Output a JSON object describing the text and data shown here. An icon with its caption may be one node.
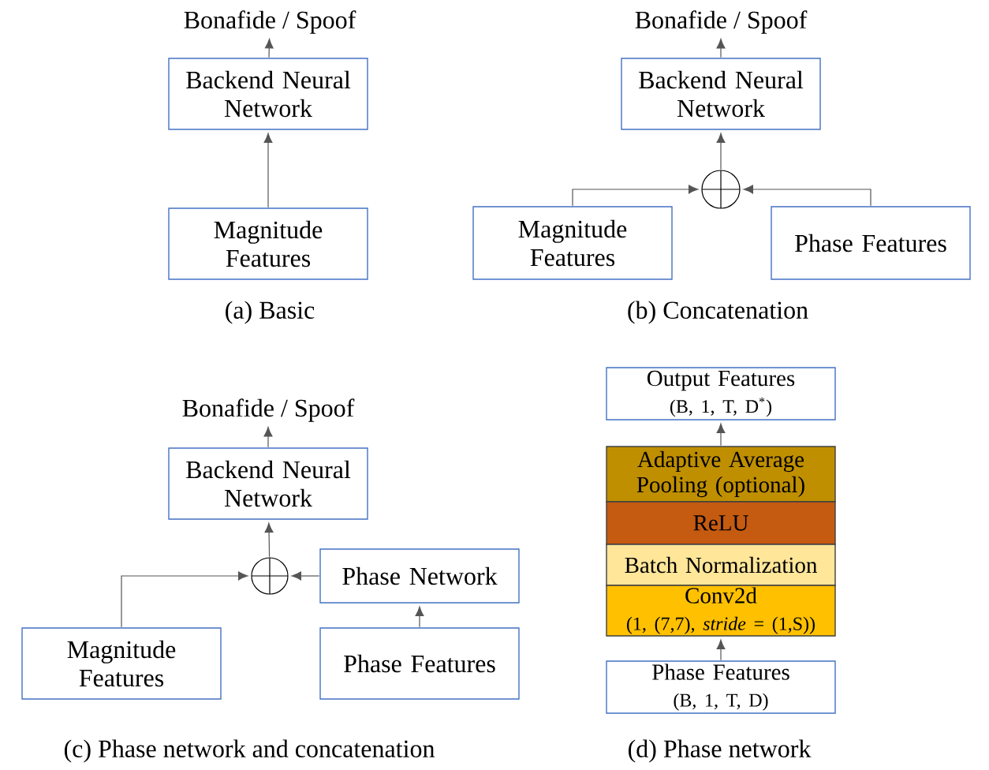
{
  "diagram": {
    "nodes": [
      {
        "text": [
          "Bonafide / Spoof"
        ]
      },
      {
        "text": [
          "Backend Neural Network"
        ]
      },
      {
        "text": [
          "Magnitude Features"
        ]
      },
      {
        "text": [
          "Bonafide / Spoof"
        ]
      },
      {
        "text": [
          "Backend Neural Network"
        ]
      },
      {
        "text": [],
        "shape": "circle"
      },
      {
        "text": [
          "Magnitude Features"
        ]
      },
      {
        "text": [
          "Phase Features"
        ]
      },
      {
        "text": [
          "Bonafide / Spoof"
        ]
      },
      {
        "text": [
          "Backend Neural Network"
        ]
      },
      {
        "text": [],
        "shape": "circle"
      },
      {
        "text": [
          "Phase Network"
        ]
      },
      {
        "text": [
          "Magnitude Features"
        ]
      },
      {
        "text": [
          "Phase Features"
        ]
      },
      {
        "text": [
          "Output Features",
          "(B, 1, T, D$^{*}$)"
        ]
      },
      {
        "text": [
          "Adaptive Average Pooling (optional)"
        ]
      },
      {
        "text": [
          "ReLU"
        ]
      },
      {
        "text": [
          "Batch Normalization"
        ]
      },
      {
        "text": [
          "Conv2d",
          "(1, (7,7), *stride* = (1,S))"
        ]
      },
      {
        "text": [
          "Phase Features",
          "(B, 1, T, D)"
        ]
      }
    ],
    "edges": [
      {
        "from": 2,
        "to": 1,
        "arrow": "to"
      },
      {
        "from": 1,
        "to": 0,
        "arrow": "to"
      },
      {
        "from": 6,
        "to": 5,
        "arrow": "to"
      },
      {
        "from": 7,
        "to": 5,
        "arrow": "to"
      },
      {
        "from": 5,
        "to": 4,
        "arrow": "to"
      },
      {
        "from": 4,
        "to": 3,
        "arrow": "to"
      },
      {
        "from": 12,
        "to": 10,
        "arrow": "to"
      },
      {
        "from": 11,
        "to": 10,
        "arrow": "to"
      },
      {
        "from": 13,
        "to": 11,
        "arrow": "to"
      },
      {
        "from": 10,
        "to": 9,
        "arrow": "to"
      },
      {
        "from": 9,
        "to": 8,
        "arrow": "to"
      },
      {
        "from": 19,
        "to": 18,
        "arrow": "to"
      },
      {
        "from": 15,
        "to": 14,
        "arrow": "to"
      }
    ],
    "labels": [
      "(a) Basic",
      "(b) Concatenation",
      "(c) Phase network and concatenation",
      "(d) Phase network"
    ]
  }
}
